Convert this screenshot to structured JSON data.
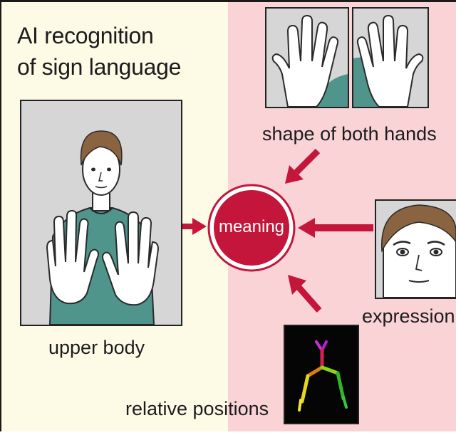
{
  "title": {
    "line1": "AI recognition",
    "line2": "of sign language"
  },
  "labels": {
    "upper_body": "upper body",
    "hands": "shape of both hands",
    "expression": "expression",
    "relative_positions": "relative positions"
  },
  "center": {
    "text": "meaning"
  },
  "colors": {
    "left_background": "#fdfbe6",
    "right_background": "#f9d3d6",
    "accent_red": "#c4163a",
    "panel_gray": "#d9d9d9",
    "shirt_teal": "#4f958c",
    "hair_brown": "#8a6440"
  }
}
